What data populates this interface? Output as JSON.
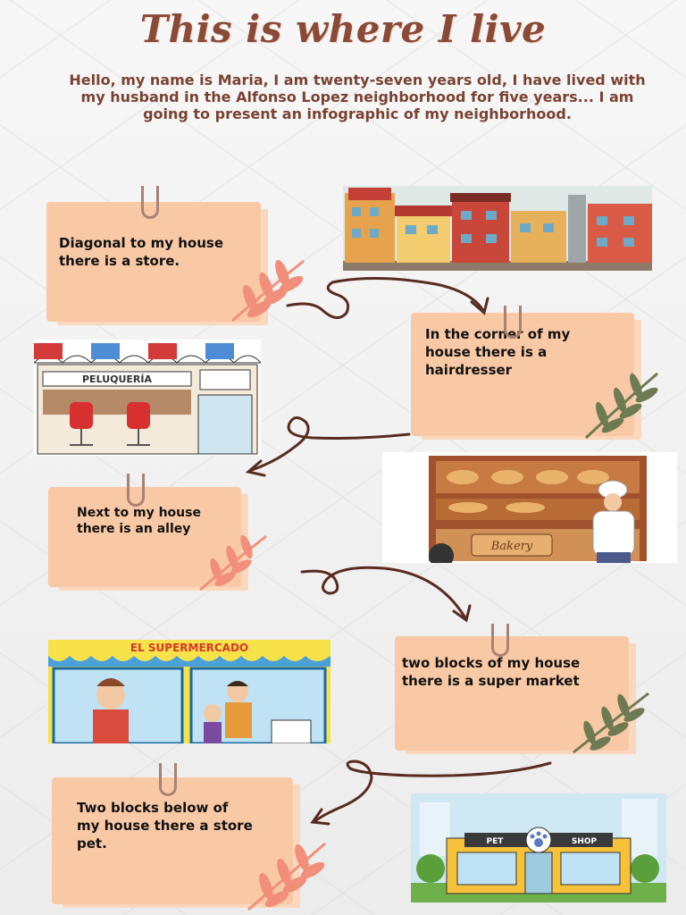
{
  "title": "This is where I live",
  "intro": "Hello, my name is Maria, I am twenty-seven years old, I have lived with my husband in the Alfonso Lopez neighborhood for five years... I am going to present an infographic of my neighborhood.",
  "cards": [
    {
      "text": "Diagonal to my house there is a store."
    },
    {
      "text": "In the corner of my house there is a hairdresser"
    },
    {
      "text": "Next to my house there is an alley"
    },
    {
      "text": "two blocks of my house there is a super market"
    },
    {
      "text": "Two blocks below of my house there a store pet."
    }
  ],
  "images": {
    "hairdresser_sign": "PELUQUERÍA",
    "bakery_sign": "Bakery",
    "supermarket_sign": "EL SUPERMERCADO",
    "pet_sign_left": "PET",
    "pet_sign_right": "SHOP"
  },
  "colors": {
    "title": "#8a4a37",
    "card": "#f9c9a6",
    "leaf_pink": "#f28f7a",
    "leaf_green": "#6e7b52",
    "arrow": "#5a2b1f"
  }
}
